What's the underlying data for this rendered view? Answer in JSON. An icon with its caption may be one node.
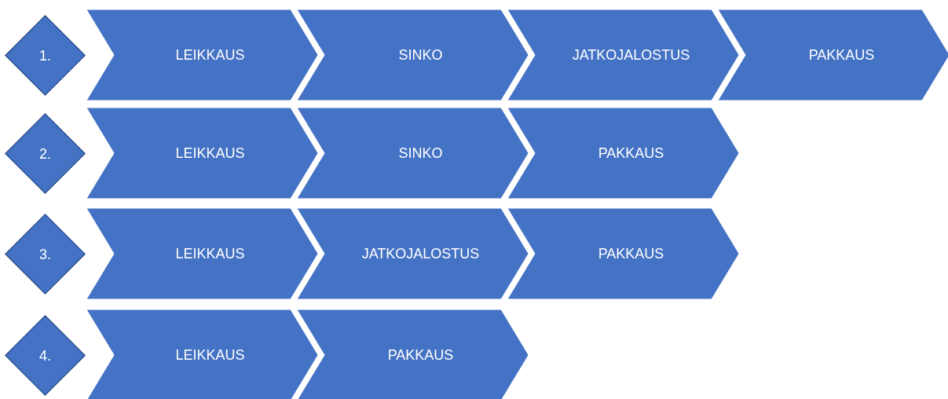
{
  "diagram": {
    "nodes": [
      {
        "text": [
          "1."
        ]
      },
      {
        "text": [
          "LEIKKAUS"
        ]
      },
      {
        "text": [
          "SINKO"
        ]
      },
      {
        "text": [
          "JATKOJALOSTUS"
        ]
      },
      {
        "text": [
          "PAKKAUS"
        ]
      },
      {
        "text": [
          "2."
        ]
      },
      {
        "text": [
          "LEIKKAUS"
        ]
      },
      {
        "text": [
          "SINKO"
        ]
      },
      {
        "text": [
          "PAKKAUS"
        ]
      },
      {
        "text": [
          "3."
        ]
      },
      {
        "text": [
          "LEIKKAUS"
        ]
      },
      {
        "text": [
          "JATKOJALOSTUS"
        ]
      },
      {
        "text": [
          "PAKKAUS"
        ]
      },
      {
        "text": [
          "4."
        ]
      },
      {
        "text": [
          "LEIKKAUS"
        ]
      },
      {
        "text": [
          "PAKKAUS"
        ]
      }
    ]
  }
}
